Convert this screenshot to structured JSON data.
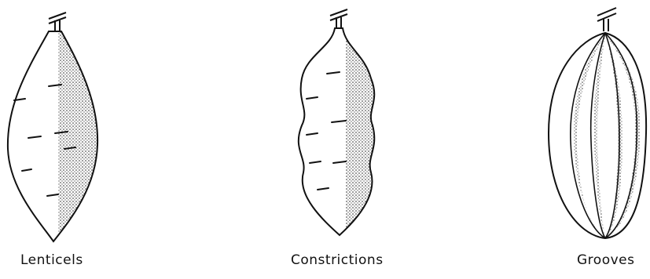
{
  "figures": [
    {
      "caption": "Lenticels",
      "feature": "lenticels"
    },
    {
      "caption": "Constrictions",
      "feature": "constrictions"
    },
    {
      "caption": "Grooves",
      "feature": "grooves"
    }
  ],
  "colors": {
    "ink": "#111111",
    "stipple": "#2a2a2a",
    "background": "#ffffff"
  }
}
